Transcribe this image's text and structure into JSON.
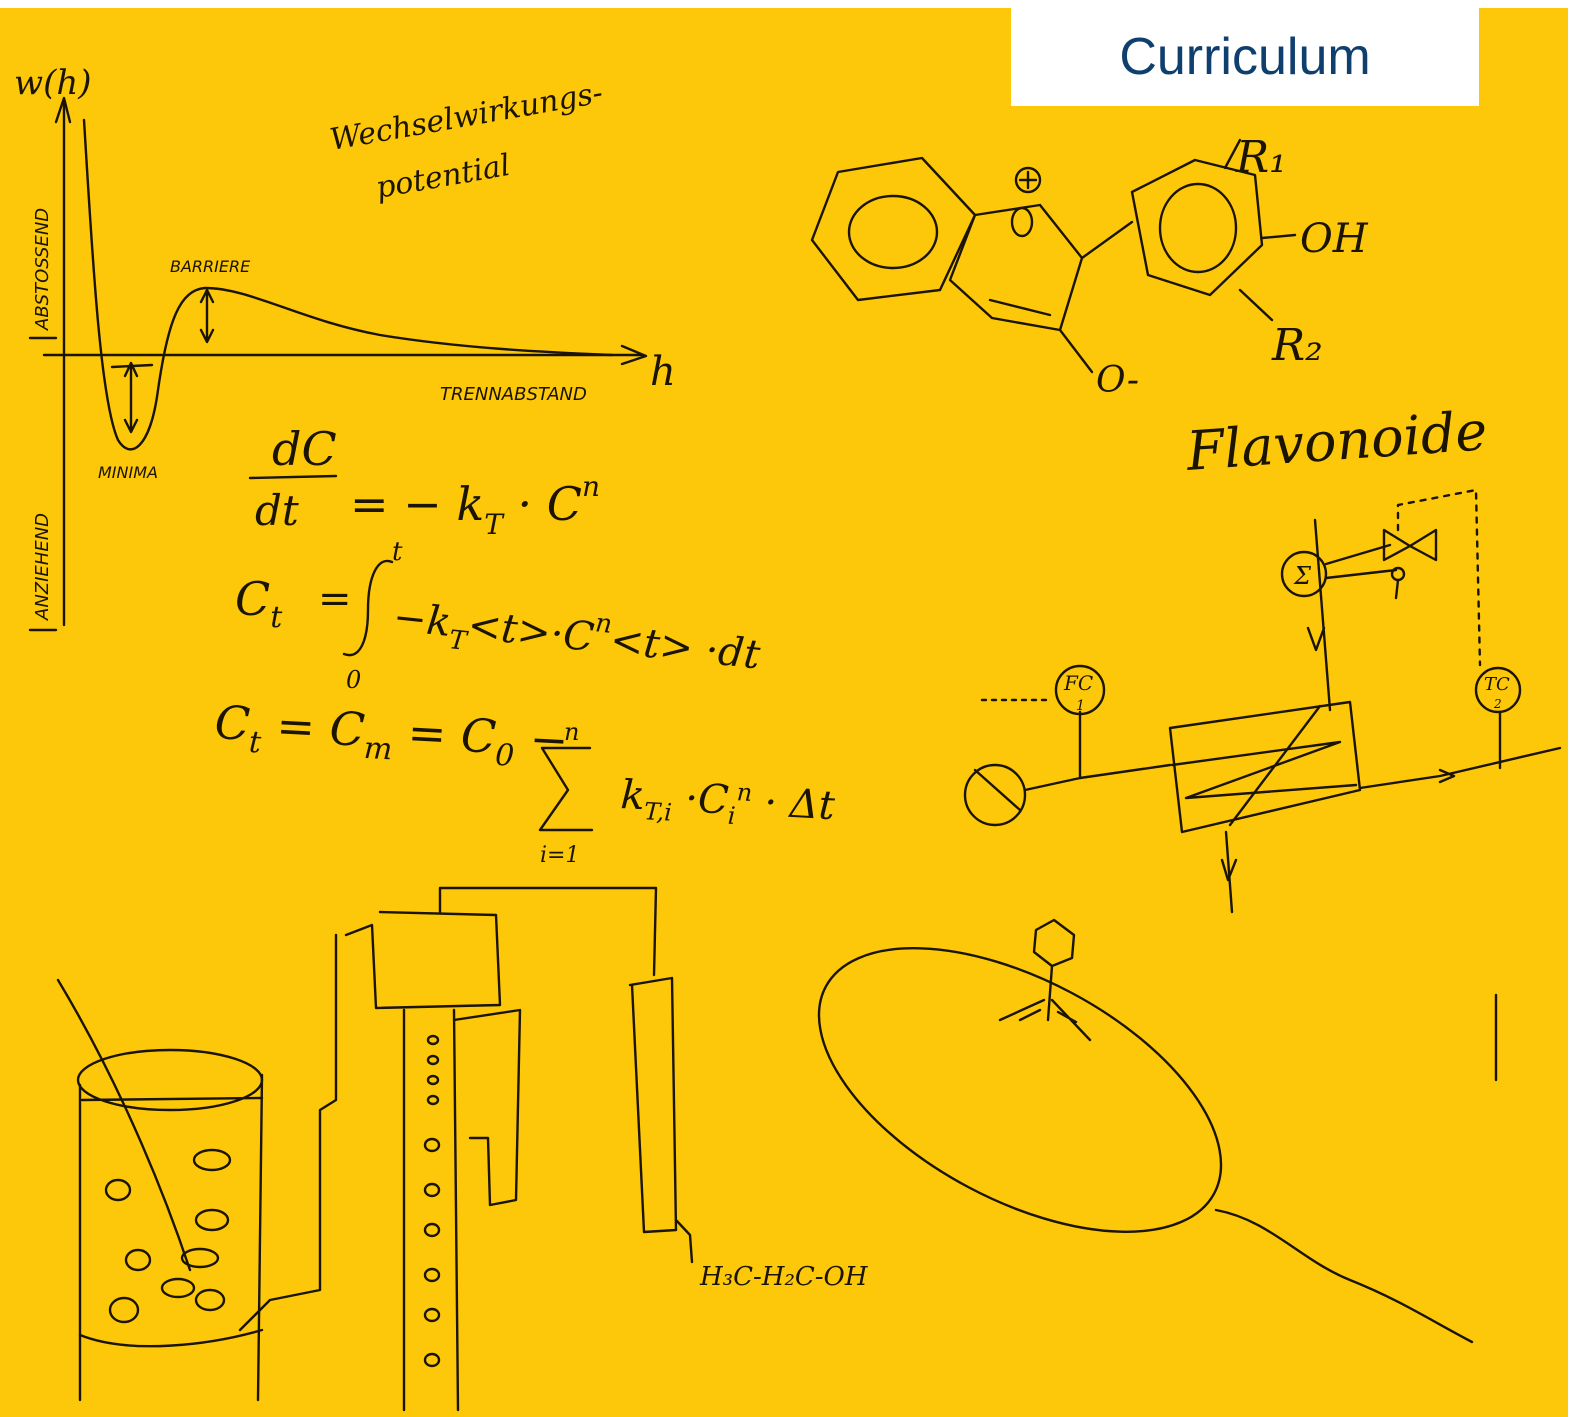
{
  "badge": {
    "title": "Curriculum"
  },
  "sketch": {
    "potential_title_1": "Wechselwirkungs-",
    "potential_title_2": "potential",
    "y_axis_label": "w(h)",
    "x_axis_symbol": "h",
    "repulsive_label": "ABSTOSSEND",
    "attractive_label": "ANZIEHEND",
    "barrier_label": "BARRIERE",
    "minima_label": "MINIMA",
    "distance_label": "TRENNABSTAND",
    "molecule_r1": "R₁",
    "molecule_r2": "R₂",
    "molecule_oh": "OH",
    "molecule_o": "O-",
    "molecule_name": "Flavonoide",
    "fc1_label": "FC",
    "fc1_sub": "1",
    "tc2_label": "TC",
    "tc2_sub": "2",
    "sigma_label": "Σ",
    "ethanol_label": "H₃C-H₂C-OH"
  },
  "colors": {
    "background": "#fdc70a",
    "badge_text": "#0e3f6e",
    "ink": "#1a1400"
  }
}
